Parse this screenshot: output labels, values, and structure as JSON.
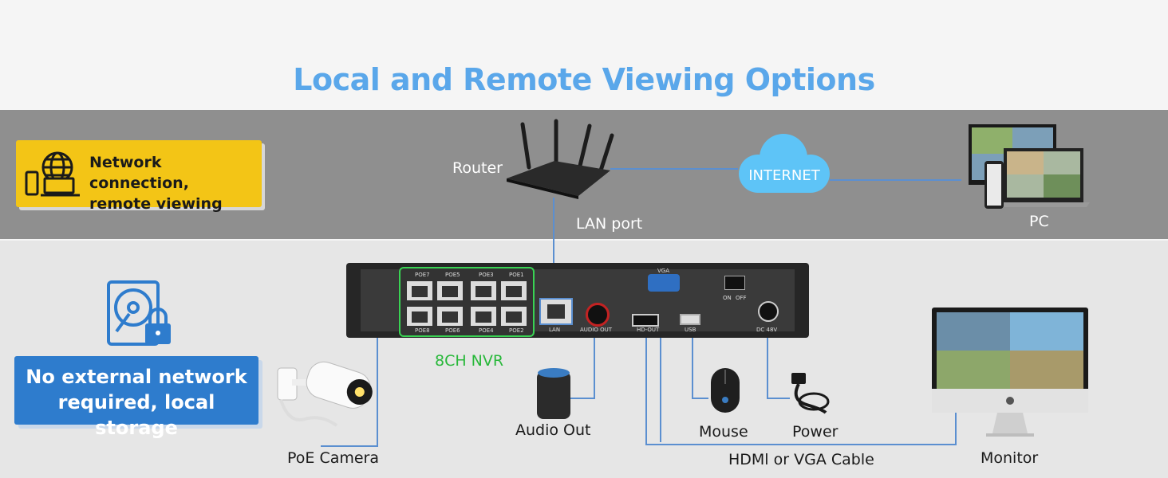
{
  "title": "Local and Remote Viewing Options",
  "remote_card": {
    "line1": "Network connection,",
    "line2": "remote viewing"
  },
  "local_card": {
    "line1": "No external network",
    "line2": "required, local storage"
  },
  "labels": {
    "router": "Router",
    "lan_port": "LAN port",
    "internet": "INTERNET",
    "pc": "PC",
    "nvr": "8CH NVR",
    "poe_camera": "PoE Camera",
    "audio_out": "Audio Out",
    "mouse": "Mouse",
    "power": "Power",
    "cable": "HDMl or VGA Cable",
    "monitor": "Monitor"
  },
  "nvr_ports": {
    "poe_top": [
      "POE7",
      "POE5",
      "POE3",
      "POE1"
    ],
    "poe_bottom": [
      "POE8",
      "POE6",
      "POE4",
      "POE2"
    ],
    "lan": "LAN",
    "audio_out": "AUDIO OUT",
    "vga": "VGA",
    "hd_out": "HD-OUT",
    "usb": "USB",
    "switch_on": "ON",
    "switch_off": "OFF",
    "dc": "DC 48V"
  },
  "colors": {
    "title": "#5aa7ea",
    "remote_card": "#f3c516",
    "local_card": "#2e7ccd",
    "cloud": "#5ec4f7",
    "poe_highlight": "#39d353",
    "nvr_label": "#28b83a",
    "connector_line": "#5b8fd0"
  }
}
